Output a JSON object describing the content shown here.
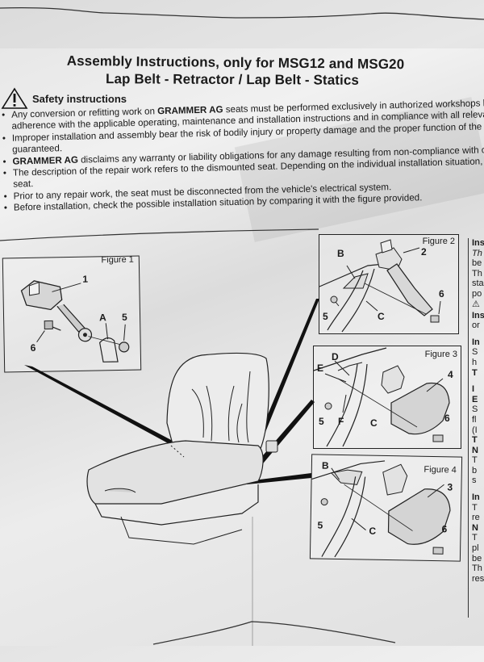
{
  "document": {
    "title_line1": "Assembly Instructions, only for MSG12 and MSG20",
    "title_line2": "Lap Belt - Retractor / Lap Belt - Statics",
    "safety_heading": "Safety instructions",
    "safety_icon": "warning-triangle-icon",
    "bullets": [
      {
        "lines": [
          "Any conversion or refitting work on GRAMMER AG seats must be performed exclusively in authorized workshops by trai",
          "adherence with the applicable operating, maintenance and installation instructions and in compliance with all relevant nat"
        ]
      },
      {
        "lines": [
          "Improper installation and assembly bear the risk of bodily injury or property damage and the proper function of the driver's",
          "guaranteed."
        ]
      },
      {
        "lines": [
          "GRAMMER AG disclaims any warranty or liability obligations for any damage resulting from non-compliance with operatir"
        ]
      },
      {
        "lines": [
          "The description of the repair work refers to the dismounted seat. Depending on the individual installation situation, the rep",
          "seat."
        ]
      },
      {
        "lines": [
          "Prior to any repair work, the seat must be disconnected from the vehicle's electrical system."
        ]
      },
      {
        "lines": [
          "Before installation, check the possible installation situation by comparing it with the figure provided."
        ]
      }
    ],
    "brand_bold": "GRAMMER"
  },
  "figures": {
    "fig1": {
      "label": "Figure 1",
      "callouts": [
        "1",
        "A",
        "5",
        "6"
      ]
    },
    "fig2": {
      "label": "Figure 2",
      "callouts": [
        "B",
        "2",
        "5",
        "C",
        "6"
      ]
    },
    "fig3": {
      "label": "Figure 3",
      "callouts": [
        "D",
        "E",
        "4",
        "5",
        "F",
        "C",
        "6"
      ]
    },
    "fig4": {
      "label": "Figure 4",
      "callouts": [
        "B",
        "3",
        "5",
        "C",
        "6"
      ]
    }
  },
  "right_column": {
    "lines": [
      "Ins",
      "Th",
      "be",
      "Th",
      "sta",
      "po",
      "",
      "Ins",
      "or",
      "",
      "In",
      "S",
      "h",
      "T",
      "",
      "I",
      "E",
      "S",
      "fl",
      "(I",
      "T",
      "N",
      "T",
      "b",
      "s",
      "",
      "In",
      "T",
      "re",
      "N",
      "T",
      "pl",
      "be",
      "Th",
      "res"
    ]
  },
  "colors": {
    "paper": "#e8e8e8",
    "ink": "#1a1a1a"
  }
}
